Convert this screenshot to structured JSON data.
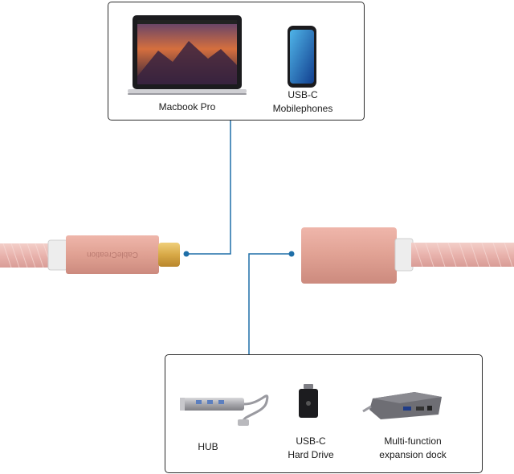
{
  "top_devices": {
    "macbook": {
      "label": "Macbook Pro"
    },
    "phone": {
      "label_line1": "USB-C",
      "label_line2": "Mobilephones"
    }
  },
  "cable": {
    "brand_text": "CableCreation"
  },
  "bottom_devices": {
    "hub": {
      "label": "HUB"
    },
    "hard_drive": {
      "label_line1": "USB-C",
      "label_line2": "Hard Drive"
    },
    "dock": {
      "label_line1": "Multi-function",
      "label_line2": "expansion dock"
    }
  },
  "colors": {
    "connector_line": "#1f6fa8",
    "rose_gold": "#e2a59b",
    "cable_pink": "#eec0bb",
    "usb_c_gold": "#d9b25a",
    "box_border": "#2b2b2b"
  }
}
